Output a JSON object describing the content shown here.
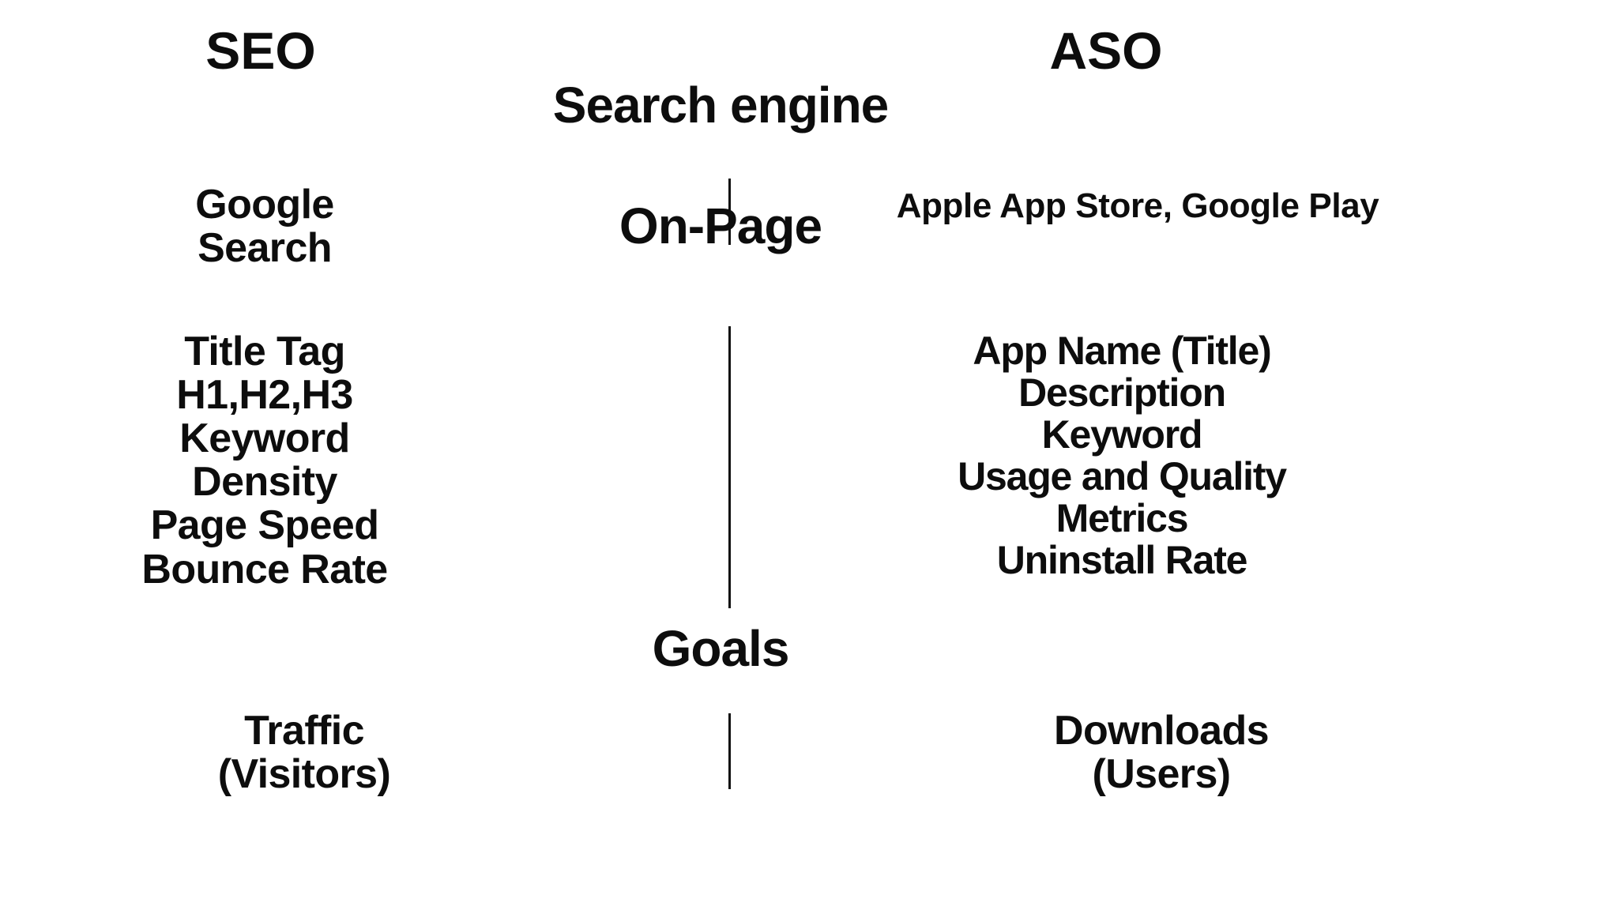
{
  "columns": {
    "left": {
      "title": "SEO"
    },
    "right": {
      "title": "ASO"
    }
  },
  "sections": [
    {
      "label": "Search engine",
      "left": "Google\nSearch",
      "right": "Apple App Store, Google Play"
    },
    {
      "label": "On-Page",
      "left": "Title Tag\nH1,H2,H3\nKeyword\nDensity\nPage Speed\nBounce Rate",
      "right": "App Name (Title)\nDescription\nKeyword\nUsage and Quality\nMetrics\nUninstall Rate"
    },
    {
      "label": "Goals",
      "left": "Traffic\n(Visitors)",
      "right": "Downloads\n(Users)"
    }
  ],
  "colors": {
    "background": "#ffffff",
    "text": "#0d0d0d",
    "divider": "#111111"
  }
}
